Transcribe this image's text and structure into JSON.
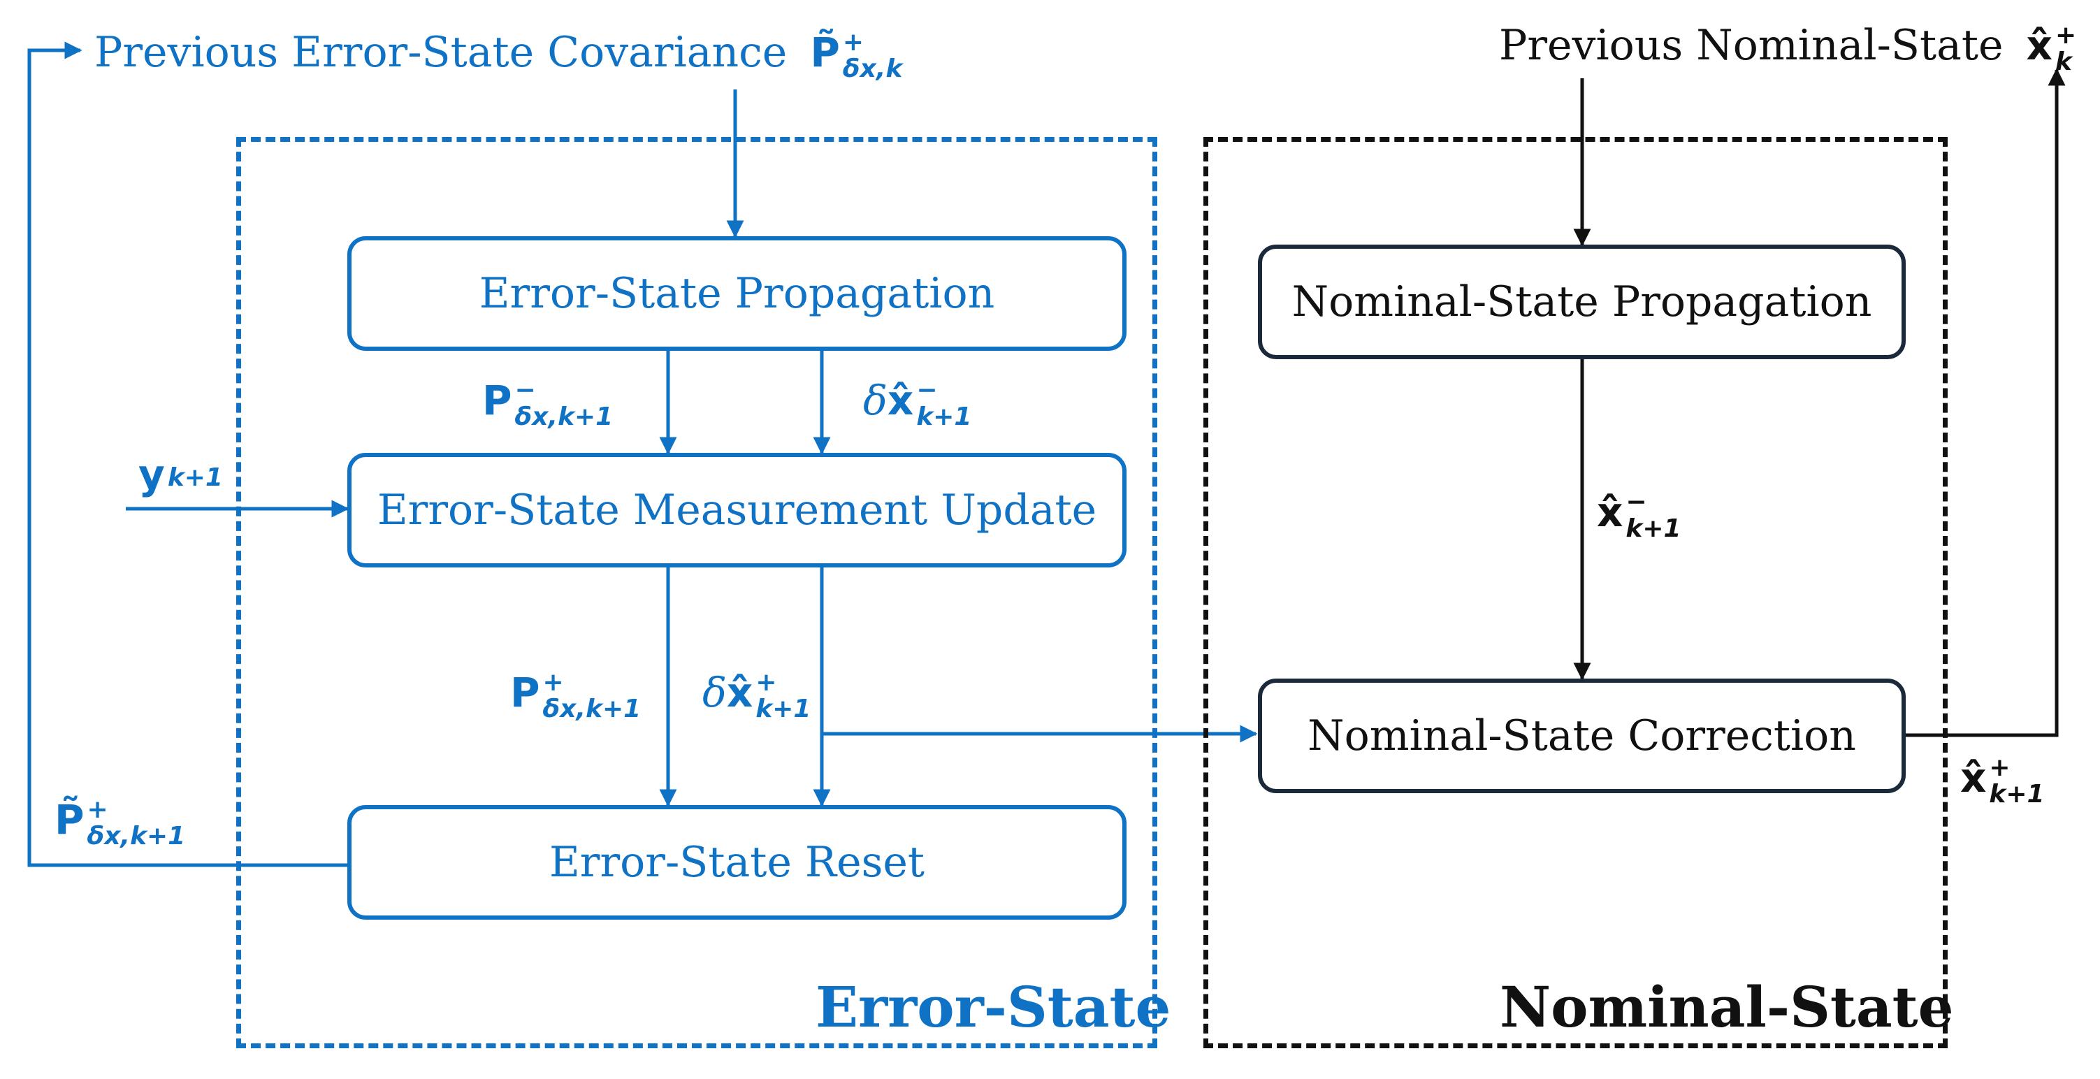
{
  "colors": {
    "error_accent": "#0F72C5",
    "nominal_accent": "#111111"
  },
  "regions": {
    "error_state": {
      "title": "Error-State"
    },
    "nominal_state": {
      "title": "Nominal-State"
    }
  },
  "blocks": {
    "error_propagation": "Error-State Propagation",
    "error_measurement_update": "Error-State Measurement Update",
    "error_reset": "Error-State Reset",
    "nominal_propagation": "Nominal-State Propagation",
    "nominal_correction": "Nominal-State Correction"
  },
  "inputs": {
    "prev_covariance": {
      "text": "Previous Error-State Covariance",
      "symbol": "P̃",
      "sup": "+",
      "sub": "δx,k"
    },
    "prev_nominal": {
      "text": "Previous Nominal-State",
      "symbol": "x̂",
      "sup": "+",
      "sub": "k"
    }
  },
  "signals": {
    "p_minus": {
      "symbol": "P",
      "sup": "−",
      "sub": "δx,k+1"
    },
    "dx_minus": {
      "prefix": "δ",
      "symbol": "x̂",
      "sup": "−",
      "sub": "k+1"
    },
    "y": {
      "symbol": "y",
      "sub": "k+1"
    },
    "p_plus": {
      "symbol": "P",
      "sup": "+",
      "sub": "δx,k+1"
    },
    "dx_plus": {
      "prefix": "δ",
      "symbol": "x̂",
      "sup": "+",
      "sub": "k+1"
    },
    "p_tilde_plus": {
      "symbol": "P̃",
      "sup": "+",
      "sub": "δx,k+1"
    },
    "x_minus": {
      "symbol": "x̂",
      "sup": "−",
      "sub": "k+1"
    },
    "x_plus": {
      "symbol": "x̂",
      "sup": "+",
      "sub": "k+1"
    }
  }
}
